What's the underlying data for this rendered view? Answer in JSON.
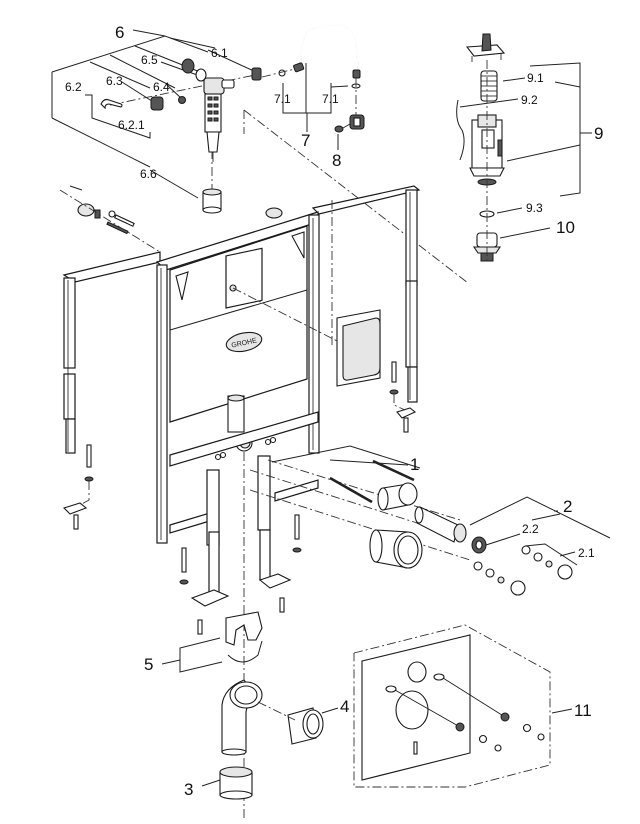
{
  "diagram": {
    "title": "Exploded parts diagram – WC installation frame",
    "logo_text": "GROHE",
    "callouts": [
      {
        "id": "1",
        "label": "1"
      },
      {
        "id": "2",
        "label": "2"
      },
      {
        "id": "2.1",
        "label": "2.1"
      },
      {
        "id": "2.2",
        "label": "2.2"
      },
      {
        "id": "3",
        "label": "3"
      },
      {
        "id": "4",
        "label": "4"
      },
      {
        "id": "5",
        "label": "5"
      },
      {
        "id": "6",
        "label": "6"
      },
      {
        "id": "6.1",
        "label": "6.1"
      },
      {
        "id": "6.2",
        "label": "6.2"
      },
      {
        "id": "6.2.1",
        "label": "6.2.1"
      },
      {
        "id": "6.3",
        "label": "6.3"
      },
      {
        "id": "6.4",
        "label": "6.4"
      },
      {
        "id": "6.5",
        "label": "6.5"
      },
      {
        "id": "6.6",
        "label": "6.6"
      },
      {
        "id": "7",
        "label": "7"
      },
      {
        "id": "7.1a",
        "label": "7.1"
      },
      {
        "id": "7.1b",
        "label": "7.1"
      },
      {
        "id": "8",
        "label": "8"
      },
      {
        "id": "9",
        "label": "9"
      },
      {
        "id": "9.1",
        "label": "9.1"
      },
      {
        "id": "9.2",
        "label": "9.2"
      },
      {
        "id": "9.3",
        "label": "9.3"
      },
      {
        "id": "10",
        "label": "10"
      },
      {
        "id": "11",
        "label": "11"
      }
    ]
  }
}
